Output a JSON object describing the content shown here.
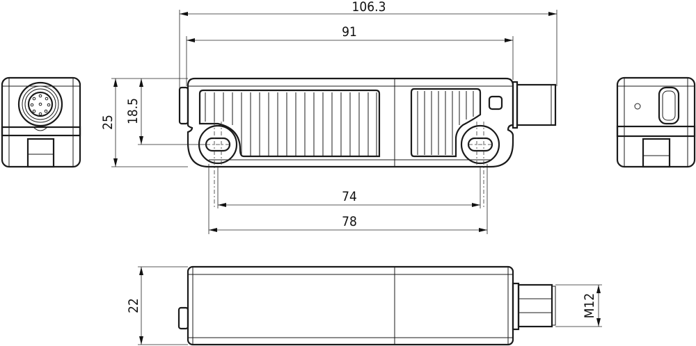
{
  "drawing": {
    "dimensions": {
      "overall_length": "106.3",
      "body_length": "91",
      "height": "25",
      "hole_height": "18.5",
      "hole_spacing_inner": "74",
      "hole_spacing_outer": "78",
      "depth": "22",
      "connector_thread": "M12"
    }
  }
}
